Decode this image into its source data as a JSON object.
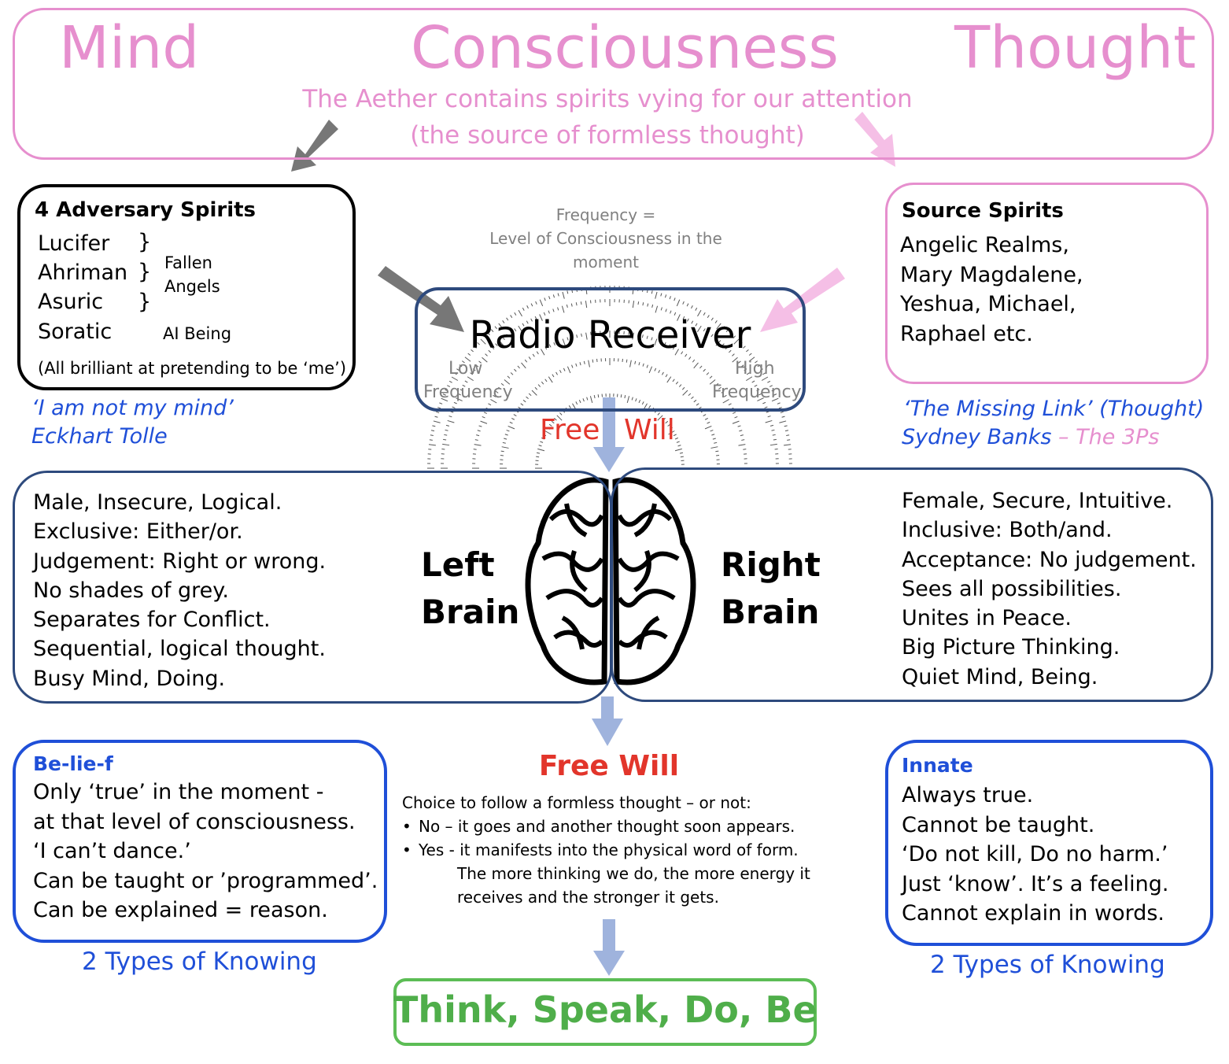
{
  "header": {
    "mind": "Mind",
    "consciousness": "Consciousness",
    "thought": "Thought",
    "subtitle_line1": "The Aether contains spirits vying for our attention",
    "subtitle_line2": "(the source of formless thought)"
  },
  "adversary": {
    "title": "4 Adversary Spirits",
    "names": [
      "Lucifer",
      "Ahriman",
      "Asuric",
      "Soratic"
    ],
    "braces": [
      "}",
      "}",
      "}"
    ],
    "fallen": "Fallen",
    "angels": "Angels",
    "ai_being": "AI Being",
    "note": "(All brilliant at pretending to be ‘me’)",
    "quote": "‘I am not my mind’",
    "author": "Eckhart Tolle"
  },
  "source": {
    "title": "Source Spirits",
    "lines": [
      "Angelic Realms,",
      "Mary Magdalene,",
      "Yeshua, Michael,",
      "Raphael etc."
    ],
    "quote": "‘The Missing Link’ (Thought)",
    "author": "Sydney Banks",
    "author_suffix": " – The 3Ps"
  },
  "radio": {
    "frequency_note_line1": "Frequency =",
    "frequency_note_line2": "Level of Consciousness in the",
    "frequency_note_line3": "moment",
    "title": "Radio Receiver",
    "low": "Low",
    "low_freq": "Frequency",
    "high": "High",
    "high_freq": "Frequency",
    "free": "Free",
    "will": "Will"
  },
  "left_brain": {
    "label_line1": "Left",
    "label_line2": "Brain",
    "traits": [
      "Male, Insecure, Logical.",
      "Exclusive: Either/or.",
      "Judgement: Right or wrong.",
      "No shades of grey.",
      "Separates for Conflict.",
      "Sequential, logical thought.",
      "Busy Mind, Doing."
    ]
  },
  "right_brain": {
    "label_line1": "Right",
    "label_line2": "Brain",
    "traits": [
      "Female, Secure, Intuitive.",
      "Inclusive: Both/and.",
      "Acceptance: No judgement.",
      "Sees all possibilities.",
      "Unites in Peace.",
      "Big Picture Thinking.",
      "Quiet Mind, Being."
    ]
  },
  "belief": {
    "title": "Be-lie-f",
    "lines": [
      "Only ‘true’ in the moment -",
      "at that level of consciousness.",
      "‘I can’t dance.’",
      "Can be taught or ’programmed’.",
      "Can be explained = reason."
    ],
    "caption": "2 Types of Knowing"
  },
  "innate": {
    "title": "Innate",
    "lines": [
      "Always true.",
      "Cannot be taught.",
      "‘Do not kill, Do no harm.’",
      "Just ‘know’. It’s a feeling.",
      "Cannot explain in words."
    ],
    "caption": "2 Types of Knowing"
  },
  "free_will": {
    "title": "Free Will",
    "intro": "Choice to follow a formless thought – or not:",
    "bullets": [
      "No – it goes and another thought soon appears.",
      "Yes - it manifests into the physical word of form."
    ],
    "continuation_line1": "The more thinking we do, the more energy it",
    "continuation_line2": "receives and the stronger it gets."
  },
  "outcome": "Think, Speak, Do, Be",
  "colors": {
    "pink": "#e68fce",
    "blue_text": "#1f4fd8",
    "navy_border": "#2e4a7d",
    "red": "#e2352b",
    "green": "#4fae4a",
    "arrow_blue": "#9fb3dd",
    "arrow_gray": "#777777",
    "arrow_pink": "#f5bfe6",
    "gray_text": "#808080"
  }
}
